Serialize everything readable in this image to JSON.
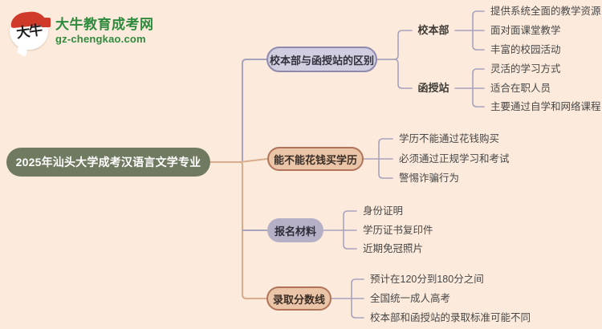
{
  "logo": {
    "bubble_text": "大牛",
    "title": "大牛教育成考网",
    "subtitle": "gz-chengkao.com"
  },
  "root": {
    "label": "2025年汕头大学成考汉语言文学专业"
  },
  "branches": [
    {
      "label": "校本部与函授站的区别",
      "groups": [
        {
          "label": "校本部",
          "children": [
            "提供系统全面的教学资源",
            "面对面课堂教学",
            "丰富的校园活动"
          ]
        },
        {
          "label": "函授站",
          "children": [
            "灵活的学习方式",
            "适合在职人员",
            "主要通过自学和网络课程"
          ]
        }
      ]
    },
    {
      "label": "能不能花钱买学历",
      "children": [
        "学历不能通过花钱购买",
        "必须通过正规学习和考试",
        "警惕诈骗行为"
      ]
    },
    {
      "label": "报名材料",
      "children": [
        "身份证明",
        "学历证书复印件",
        "近期免冠照片"
      ]
    },
    {
      "label": "录取分数线",
      "children": [
        "预计在120分到180分之间",
        "全国统一成人高考",
        "校本部和函授站的录取标准可能不同"
      ]
    }
  ],
  "colors": {
    "background": "#fcebdc",
    "root_fill": "#6f7a60",
    "branch_lavender_fill": "#d2cee1",
    "branch_lavender_border": "#8f89ae",
    "branch_tan_fill": "#eac5a7",
    "branch_tan_border": "#b1745a",
    "branch_gray_fill": "#b5b0c6",
    "line_tan": "#d9ac8d",
    "line_gray": "#a8a3bd",
    "logo_green": "#2e8b3e",
    "logo_red": "#cf3a2a"
  }
}
